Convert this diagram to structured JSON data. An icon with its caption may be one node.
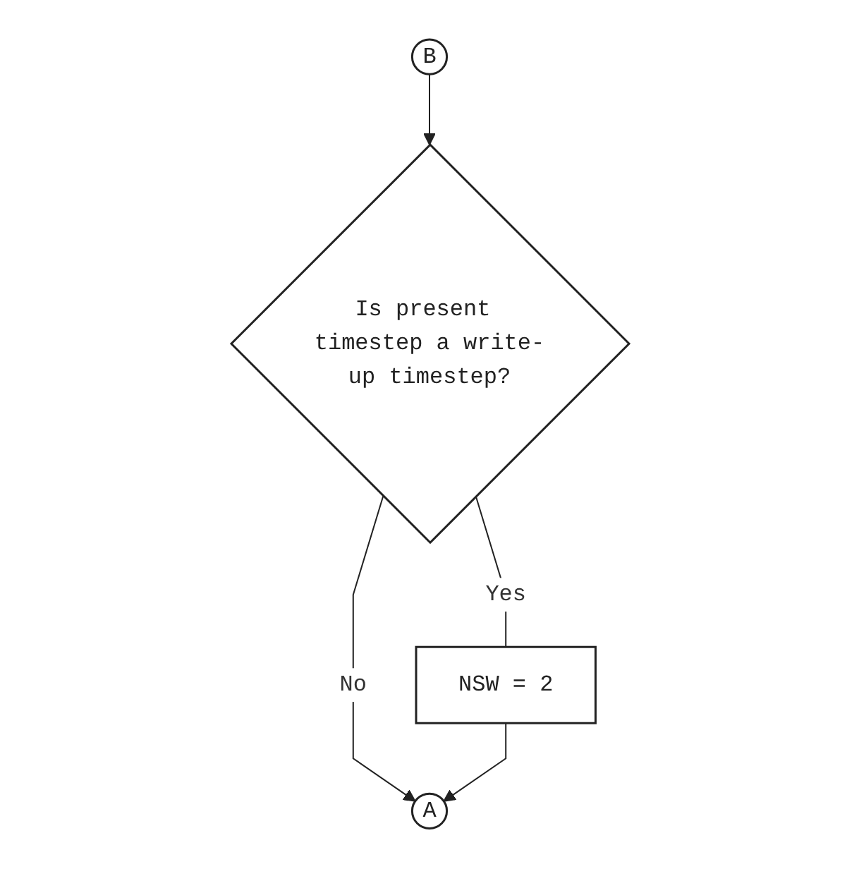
{
  "diagram": {
    "nodes": [
      {
        "text": [
          "B"
        ]
      },
      {
        "text": [
          "A"
        ]
      },
      {
        "text": [
          "Is present timestep a write-up timestep?"
        ]
      },
      {
        "text": [
          "NSW = 2"
        ]
      }
    ],
    "edges": [
      {
        "from": 0,
        "to": 2,
        "arrow": "to"
      },
      {
        "from": 2,
        "to": 1,
        "arrow": "to",
        "label": "No"
      },
      {
        "from": 2,
        "to": 3,
        "arrow": "none",
        "label": "Yes"
      },
      {
        "from": 3,
        "to": 1,
        "arrow": "to"
      }
    ]
  }
}
